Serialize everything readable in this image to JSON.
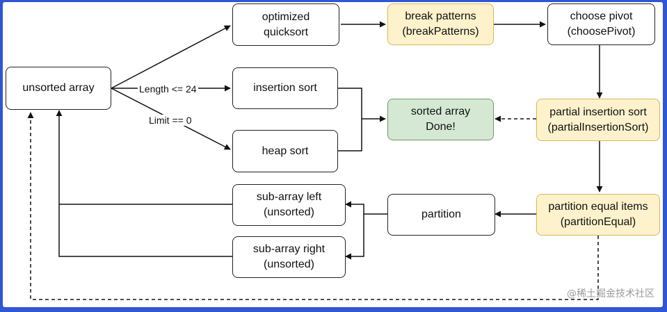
{
  "nodes": {
    "unsorted_array": {
      "line1": "unsorted array"
    },
    "optimized_quicksort": {
      "line1": "optimized",
      "line2": "quicksort"
    },
    "insertion_sort": {
      "line1": "insertion sort"
    },
    "heap_sort": {
      "line1": "heap sort"
    },
    "break_patterns": {
      "line1": "break patterns",
      "line2": "(breakPatterns)"
    },
    "choose_pivot": {
      "line1": "choose pivot",
      "line2": "(choosePivot)"
    },
    "sorted_array": {
      "line1": "sorted array",
      "line2": "Done!"
    },
    "partial_insertion_sort": {
      "line1": "partial insertion sort",
      "line2": "(partialInsertionSort)"
    },
    "partition_equal": {
      "line1": "partition equal items",
      "line2": "(partitionEqual)"
    },
    "partition": {
      "line1": "partition"
    },
    "sub_left": {
      "line1": "sub-array left",
      "line2": "(unsorted)"
    },
    "sub_right": {
      "line1": "sub-array right",
      "line2": "(unsorted)"
    }
  },
  "edge_labels": {
    "length": "Length <= 24",
    "limit": "Limit == 0"
  },
  "colors": {
    "yellow_fill": "#fdf2cc",
    "green_fill": "#d5e8d4",
    "frame": "#2f57d3"
  },
  "watermark": "@稀土掘金技术社区"
}
